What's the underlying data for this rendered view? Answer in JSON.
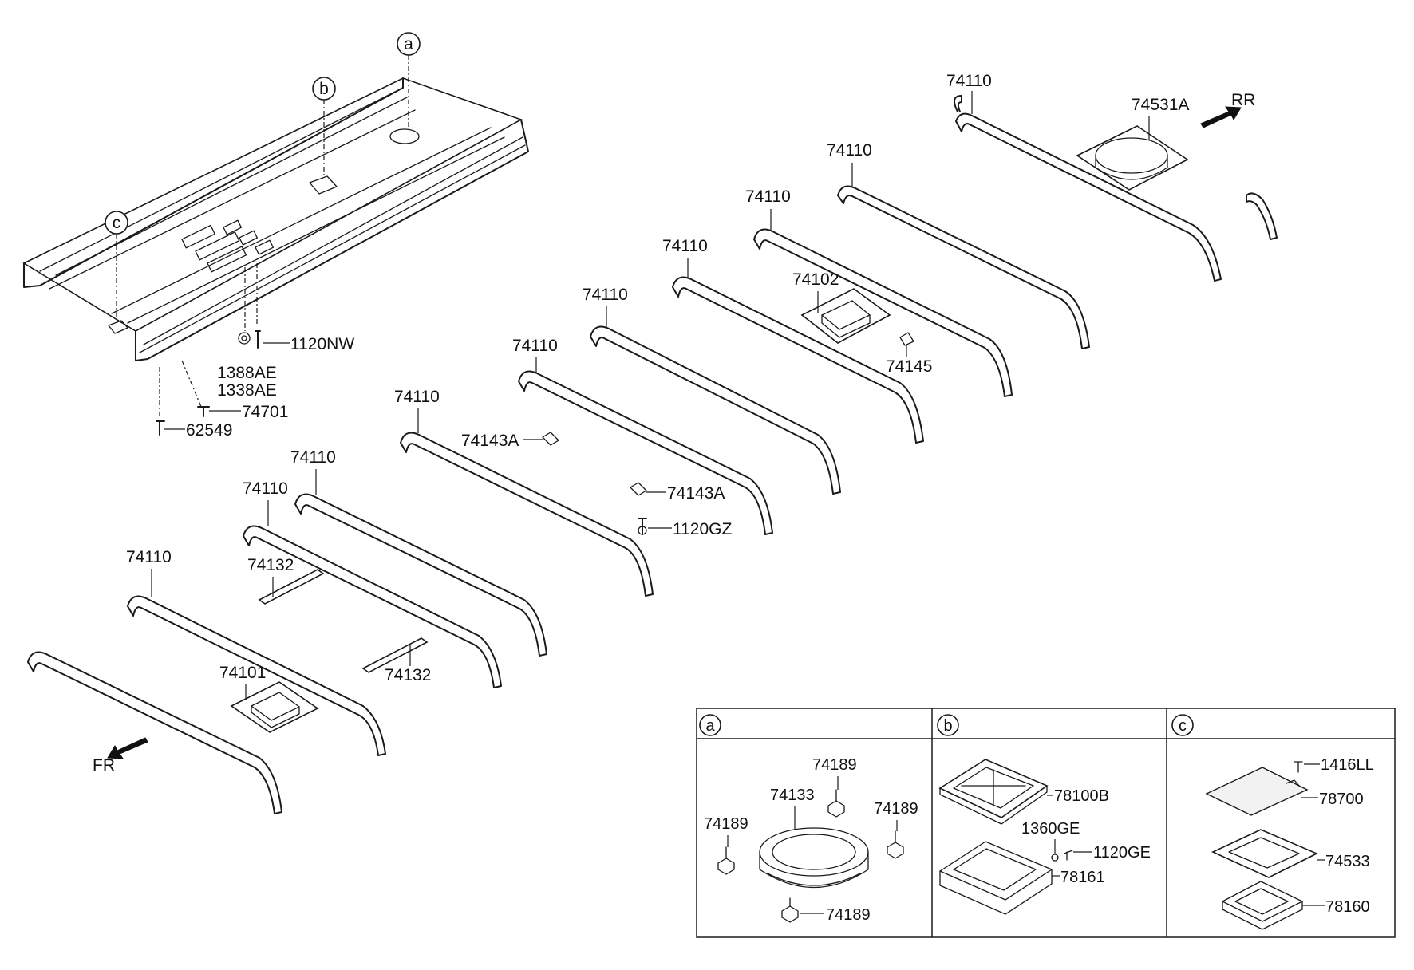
{
  "callouts": {
    "a": "a",
    "b": "b",
    "c": "c"
  },
  "directions": {
    "rear": "RR",
    "front": "FR"
  },
  "labels": {
    "bow_1": "74110",
    "bow_2": "74110",
    "bow_3": "74110",
    "bow_4": "74110",
    "bow_5": "74110",
    "bow_6": "74110",
    "bow_7": "74110",
    "bow_8": "74110",
    "bow_9": "74110",
    "bow_10": "74110",
    "reinforcement_rear": "74531A",
    "reinforcement_mid": "74102",
    "bracket_74145": "74145",
    "bracket_74143a_1": "74143A",
    "bracket_74143a_2": "74143A",
    "bolt_1120gz": "1120GZ",
    "bolt_1120nw": "1120NW",
    "nut_1388ae": "1388AE",
    "nut_1338ae": "1338AE",
    "clip_74701": "74701",
    "screw_62549": "62549",
    "rail_74132_1": "74132",
    "rail_74132_2": "74132",
    "reinforcement_front": "74101"
  },
  "detail_panels": {
    "a": {
      "header": "a",
      "items": {
        "ring": "74133",
        "clip_top": "74189",
        "clip_left": "74189",
        "clip_right": "74189",
        "clip_bottom": "74189"
      }
    },
    "b": {
      "header": "b",
      "items": {
        "frame": "78100B",
        "nut": "1360GE",
        "bolt": "1120GE",
        "bracket": "78161"
      }
    },
    "c": {
      "header": "c",
      "items": {
        "screw": "1416LL",
        "plate": "78700",
        "gasket": "74533",
        "bracket": "78160"
      }
    }
  }
}
